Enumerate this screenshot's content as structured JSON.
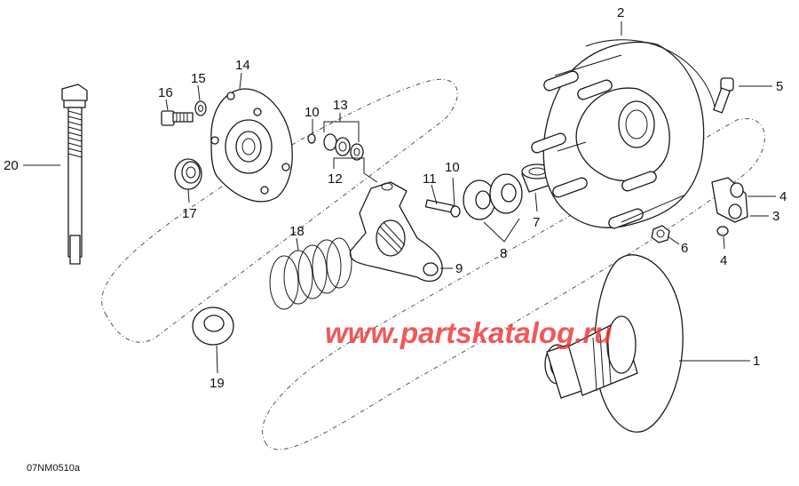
{
  "diagram": {
    "image_code": "07NM0510a",
    "watermark": "www.partskatalog.ru",
    "callouts": [
      {
        "id": "1",
        "label": "1"
      },
      {
        "id": "2",
        "label": "2"
      },
      {
        "id": "3",
        "label": "3"
      },
      {
        "id": "4a",
        "label": "4"
      },
      {
        "id": "4b",
        "label": "4"
      },
      {
        "id": "5",
        "label": "5"
      },
      {
        "id": "6",
        "label": "6"
      },
      {
        "id": "7",
        "label": "7"
      },
      {
        "id": "8",
        "label": "8"
      },
      {
        "id": "9",
        "label": "9"
      },
      {
        "id": "10a",
        "label": "10"
      },
      {
        "id": "10b",
        "label": "10"
      },
      {
        "id": "11",
        "label": "11"
      },
      {
        "id": "12",
        "label": "12"
      },
      {
        "id": "13",
        "label": "13"
      },
      {
        "id": "14",
        "label": "14"
      },
      {
        "id": "15",
        "label": "15"
      },
      {
        "id": "16",
        "label": "16"
      },
      {
        "id": "17",
        "label": "17"
      },
      {
        "id": "18",
        "label": "18"
      },
      {
        "id": "19",
        "label": "19"
      },
      {
        "id": "20",
        "label": "20"
      }
    ]
  }
}
